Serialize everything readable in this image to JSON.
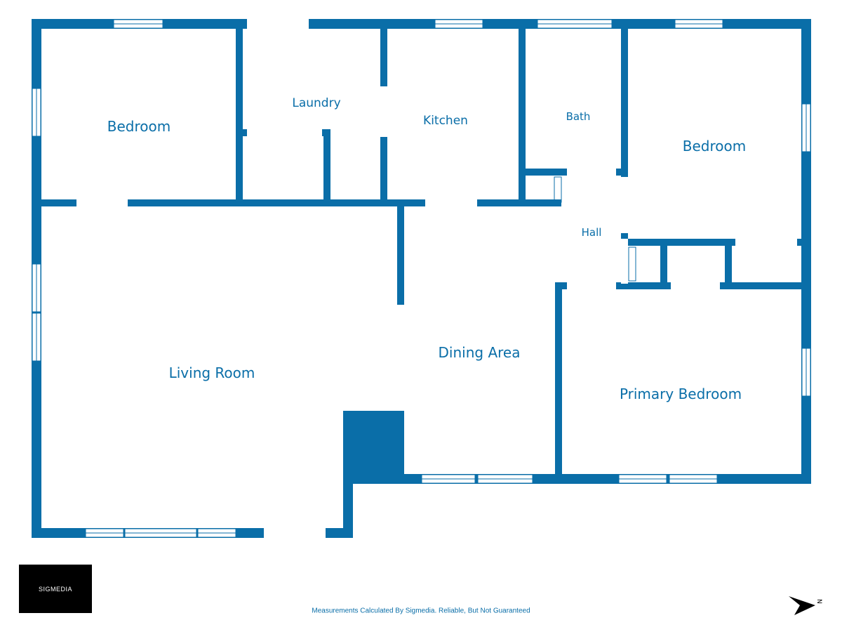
{
  "colors": {
    "wall": "#0a6ea8",
    "window": "#ffffff",
    "background": "#ffffff"
  },
  "rooms": {
    "bedroom_1": "Bedroom",
    "laundry": "Laundry",
    "kitchen": "Kitchen",
    "bath": "Bath",
    "bedroom_2": "Bedroom",
    "hall": "Hall",
    "living_room": "Living Room",
    "dining_area": "Dining Area",
    "primary_bedroom": "Primary Bedroom"
  },
  "branding": {
    "logo_text": "SIGMEDIA",
    "disclaimer": "Measurements Calculated By Sigmedia. Reliable, But Not Guaranteed"
  },
  "compass": {
    "label": "N",
    "icon": "north-arrow-icon"
  }
}
